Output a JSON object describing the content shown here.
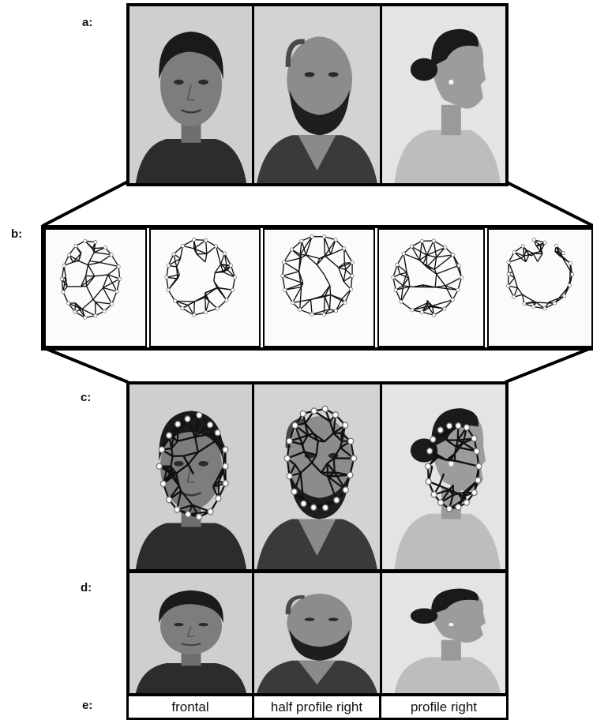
{
  "row_labels": {
    "a": "a:",
    "b": "b:",
    "c": "c:",
    "d": "d:",
    "e": "e:"
  },
  "row_a": {
    "photos": [
      "young-man-frontal-photo",
      "bearded-man-half-profile-photo",
      "woman-profile-photo"
    ]
  },
  "row_b": {
    "meshes": [
      "profile-left-mesh",
      "half-profile-left-mesh",
      "frontal-mesh",
      "half-profile-right-mesh",
      "profile-right-mesh"
    ]
  },
  "row_c": {
    "overlays": [
      "frontal-mesh-overlay",
      "half-profile-mesh-overlay",
      "profile-mesh-overlay"
    ]
  },
  "row_d": {
    "photos": [
      "young-man-frontal-photo-small",
      "bearded-man-photo-small",
      "woman-profile-photo-small"
    ]
  },
  "captions": [
    "frontal",
    "half profile right",
    "profile right"
  ],
  "colors": {
    "frame": "#000000",
    "photo_background": "#d9d9d9",
    "mesh_line": "#111111"
  }
}
